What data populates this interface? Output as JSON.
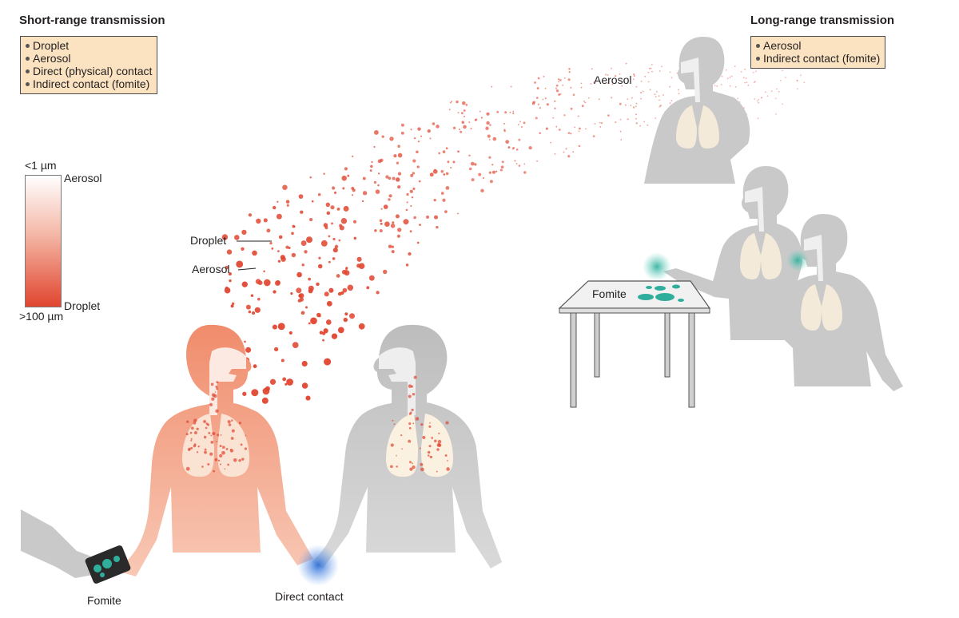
{
  "short_range": {
    "title": "Short-range transmission",
    "items": [
      "Droplet",
      "Aerosol",
      "Direct (physical) contact",
      "Indirect contact (fomite)"
    ]
  },
  "long_range": {
    "title": "Long-range transmission",
    "items": [
      "Aerosol",
      "Indirect contact (fomite)"
    ]
  },
  "scale": {
    "top_size": "<1 µm",
    "top_label": "Aerosol",
    "bottom_size": ">100 µm",
    "bottom_label": "Droplet"
  },
  "labels": {
    "droplet": "Droplet",
    "aerosol_near": "Aerosol",
    "aerosol_far": "Aerosol",
    "fomite_table": "Fomite",
    "fomite_phone": "Fomite",
    "direct_contact": "Direct contact"
  },
  "colors": {
    "infected_body": "#f39d80",
    "healthy_body": "#c9c9c9",
    "droplet": "#e0452f",
    "fomite": "#2fae9c",
    "direct_contact": "#3b7fd8",
    "box_fill": "#fbe3c2"
  }
}
